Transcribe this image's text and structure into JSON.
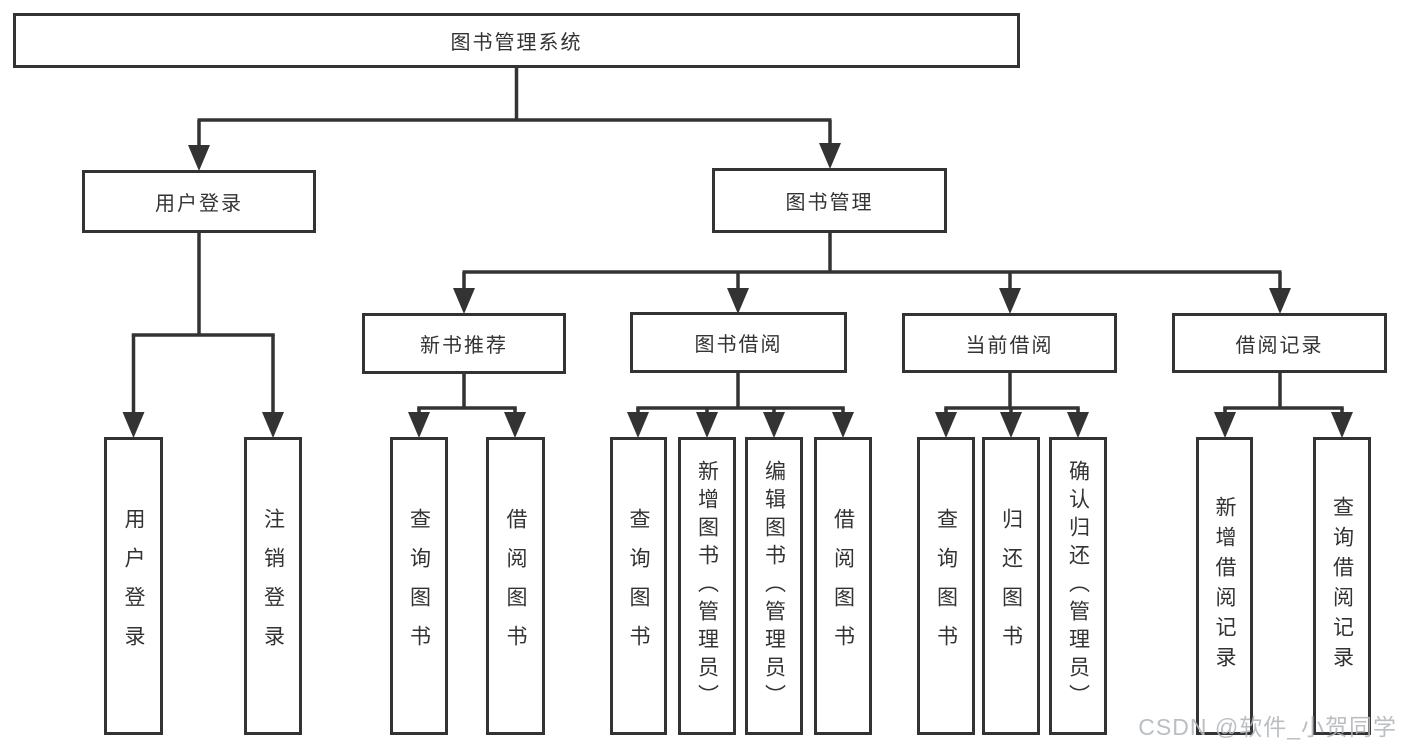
{
  "diagram": {
    "title": "图书管理系统",
    "branches": [
      {
        "label": "用户登录",
        "leaves": [
          {
            "label": "用户登录"
          },
          {
            "label": "注销登录"
          }
        ]
      },
      {
        "label": "图书管理",
        "groups": [
          {
            "label": "新书推荐",
            "leaves": [
              {
                "label": "查询图书"
              },
              {
                "label": "借阅图书"
              }
            ]
          },
          {
            "label": "图书借阅",
            "leaves": [
              {
                "label": "查询图书"
              },
              {
                "label": "新增图书（管理员）"
              },
              {
                "label": "编辑图书（管理员）"
              },
              {
                "label": "借阅图书"
              }
            ]
          },
          {
            "label": "当前借阅",
            "leaves": [
              {
                "label": "查询图书"
              },
              {
                "label": "归还图书"
              },
              {
                "label": "确认归还（管理员）"
              }
            ]
          },
          {
            "label": "借阅记录",
            "leaves": [
              {
                "label": "新增借阅记录"
              },
              {
                "label": "查询借阅记录"
              }
            ]
          }
        ]
      }
    ]
  },
  "watermark": {
    "text": "CSDN @软件_小贺同学"
  },
  "colors": {
    "line": "#333333",
    "text": "#333333",
    "watermark_text": "#b4b8bc",
    "background": "#ffffff"
  }
}
